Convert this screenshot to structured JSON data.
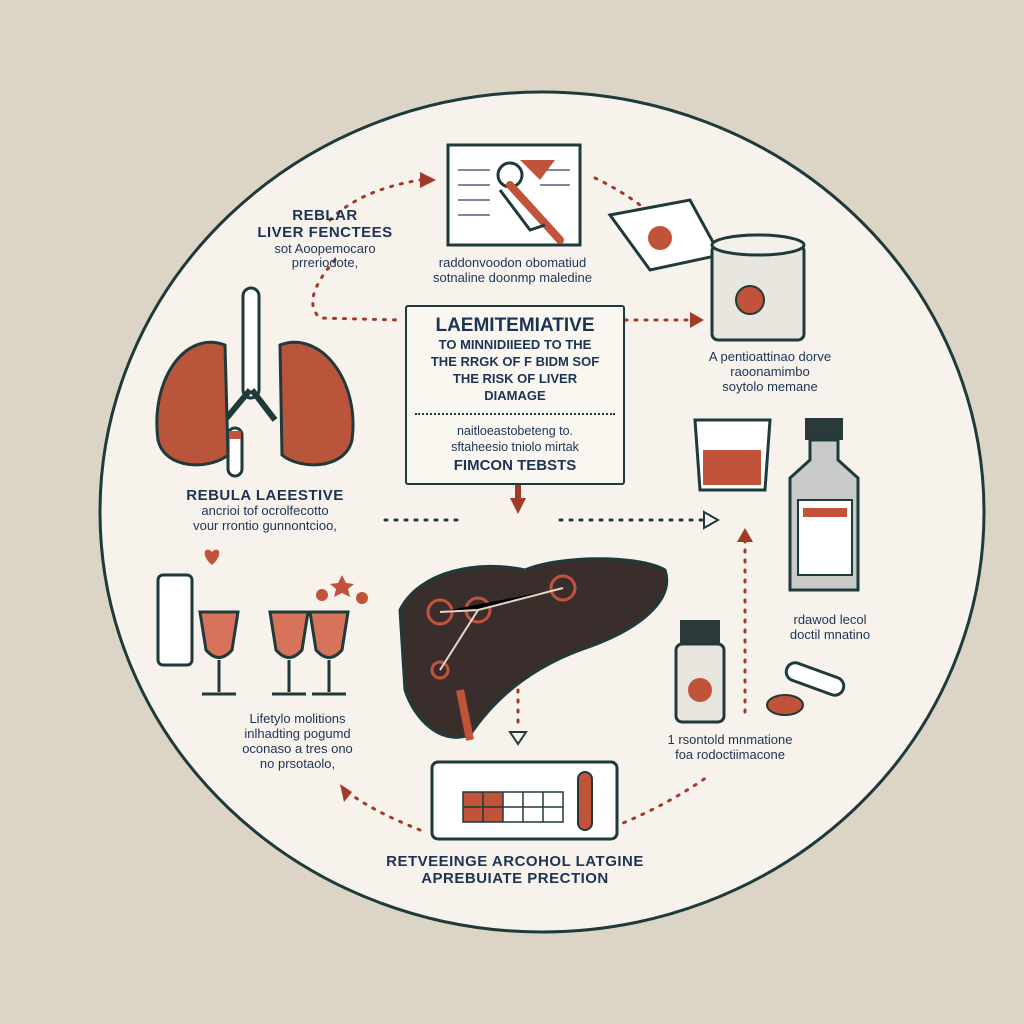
{
  "center_box": {
    "title": "LAEMITEMIATIVE",
    "subtitle_lines": [
      "TO MINNIDIIEED TO THE",
      "THE RRGK OF F BIDM SOF",
      "THE RISK OF LIVER",
      "DIAMAGE"
    ],
    "body_lines": [
      "naitloeastobeteng to.",
      "sftaheesio tniolo mirtak"
    ],
    "footer": "FIMCON TEBSTS"
  },
  "labels": {
    "top_left": {
      "title_lines": [
        "REBLAR",
        "LIVER FENCTEES"
      ],
      "body_lines": [
        "sot Aoopemocaro",
        "prreriodote,"
      ]
    },
    "top_center": {
      "body_lines": [
        "raddonvoodon obomatiud",
        "sotnaline doonmp maledine"
      ]
    },
    "right_upper": {
      "body_lines": [
        "A pentioattinao dorve",
        "raoonamimbo",
        "soytolo memane"
      ]
    },
    "right_mid": {
      "body_lines": [
        "rdawod lecol",
        "doctil mnatino"
      ]
    },
    "right_lower": {
      "body_lines": [
        "1 rsontold mnmatione",
        "foa rodoctiimacone"
      ]
    },
    "left_mid": {
      "title_lines": [
        "REBULA LAEESTIVE"
      ],
      "body_lines": [
        "ancrioi tof ocrolfecotto",
        "vour rrontio gunnontcioo,"
      ]
    },
    "left_lower": {
      "body_lines": [
        "Lifetylo molitions",
        "inlhadting pogumd",
        "oconaso a tres ono",
        "no prsotaolo,"
      ]
    },
    "bottom": {
      "title_lines": [
        "RETVEEINGE ARCOHOL LATGINE",
        "APREBUIATE PRECTION"
      ]
    }
  },
  "colors": {
    "background": "#dcd5c6",
    "circle": "#f7f3ec",
    "outline": "#1f3a3a",
    "accent": "#c0533a",
    "text": "#1d3354"
  }
}
